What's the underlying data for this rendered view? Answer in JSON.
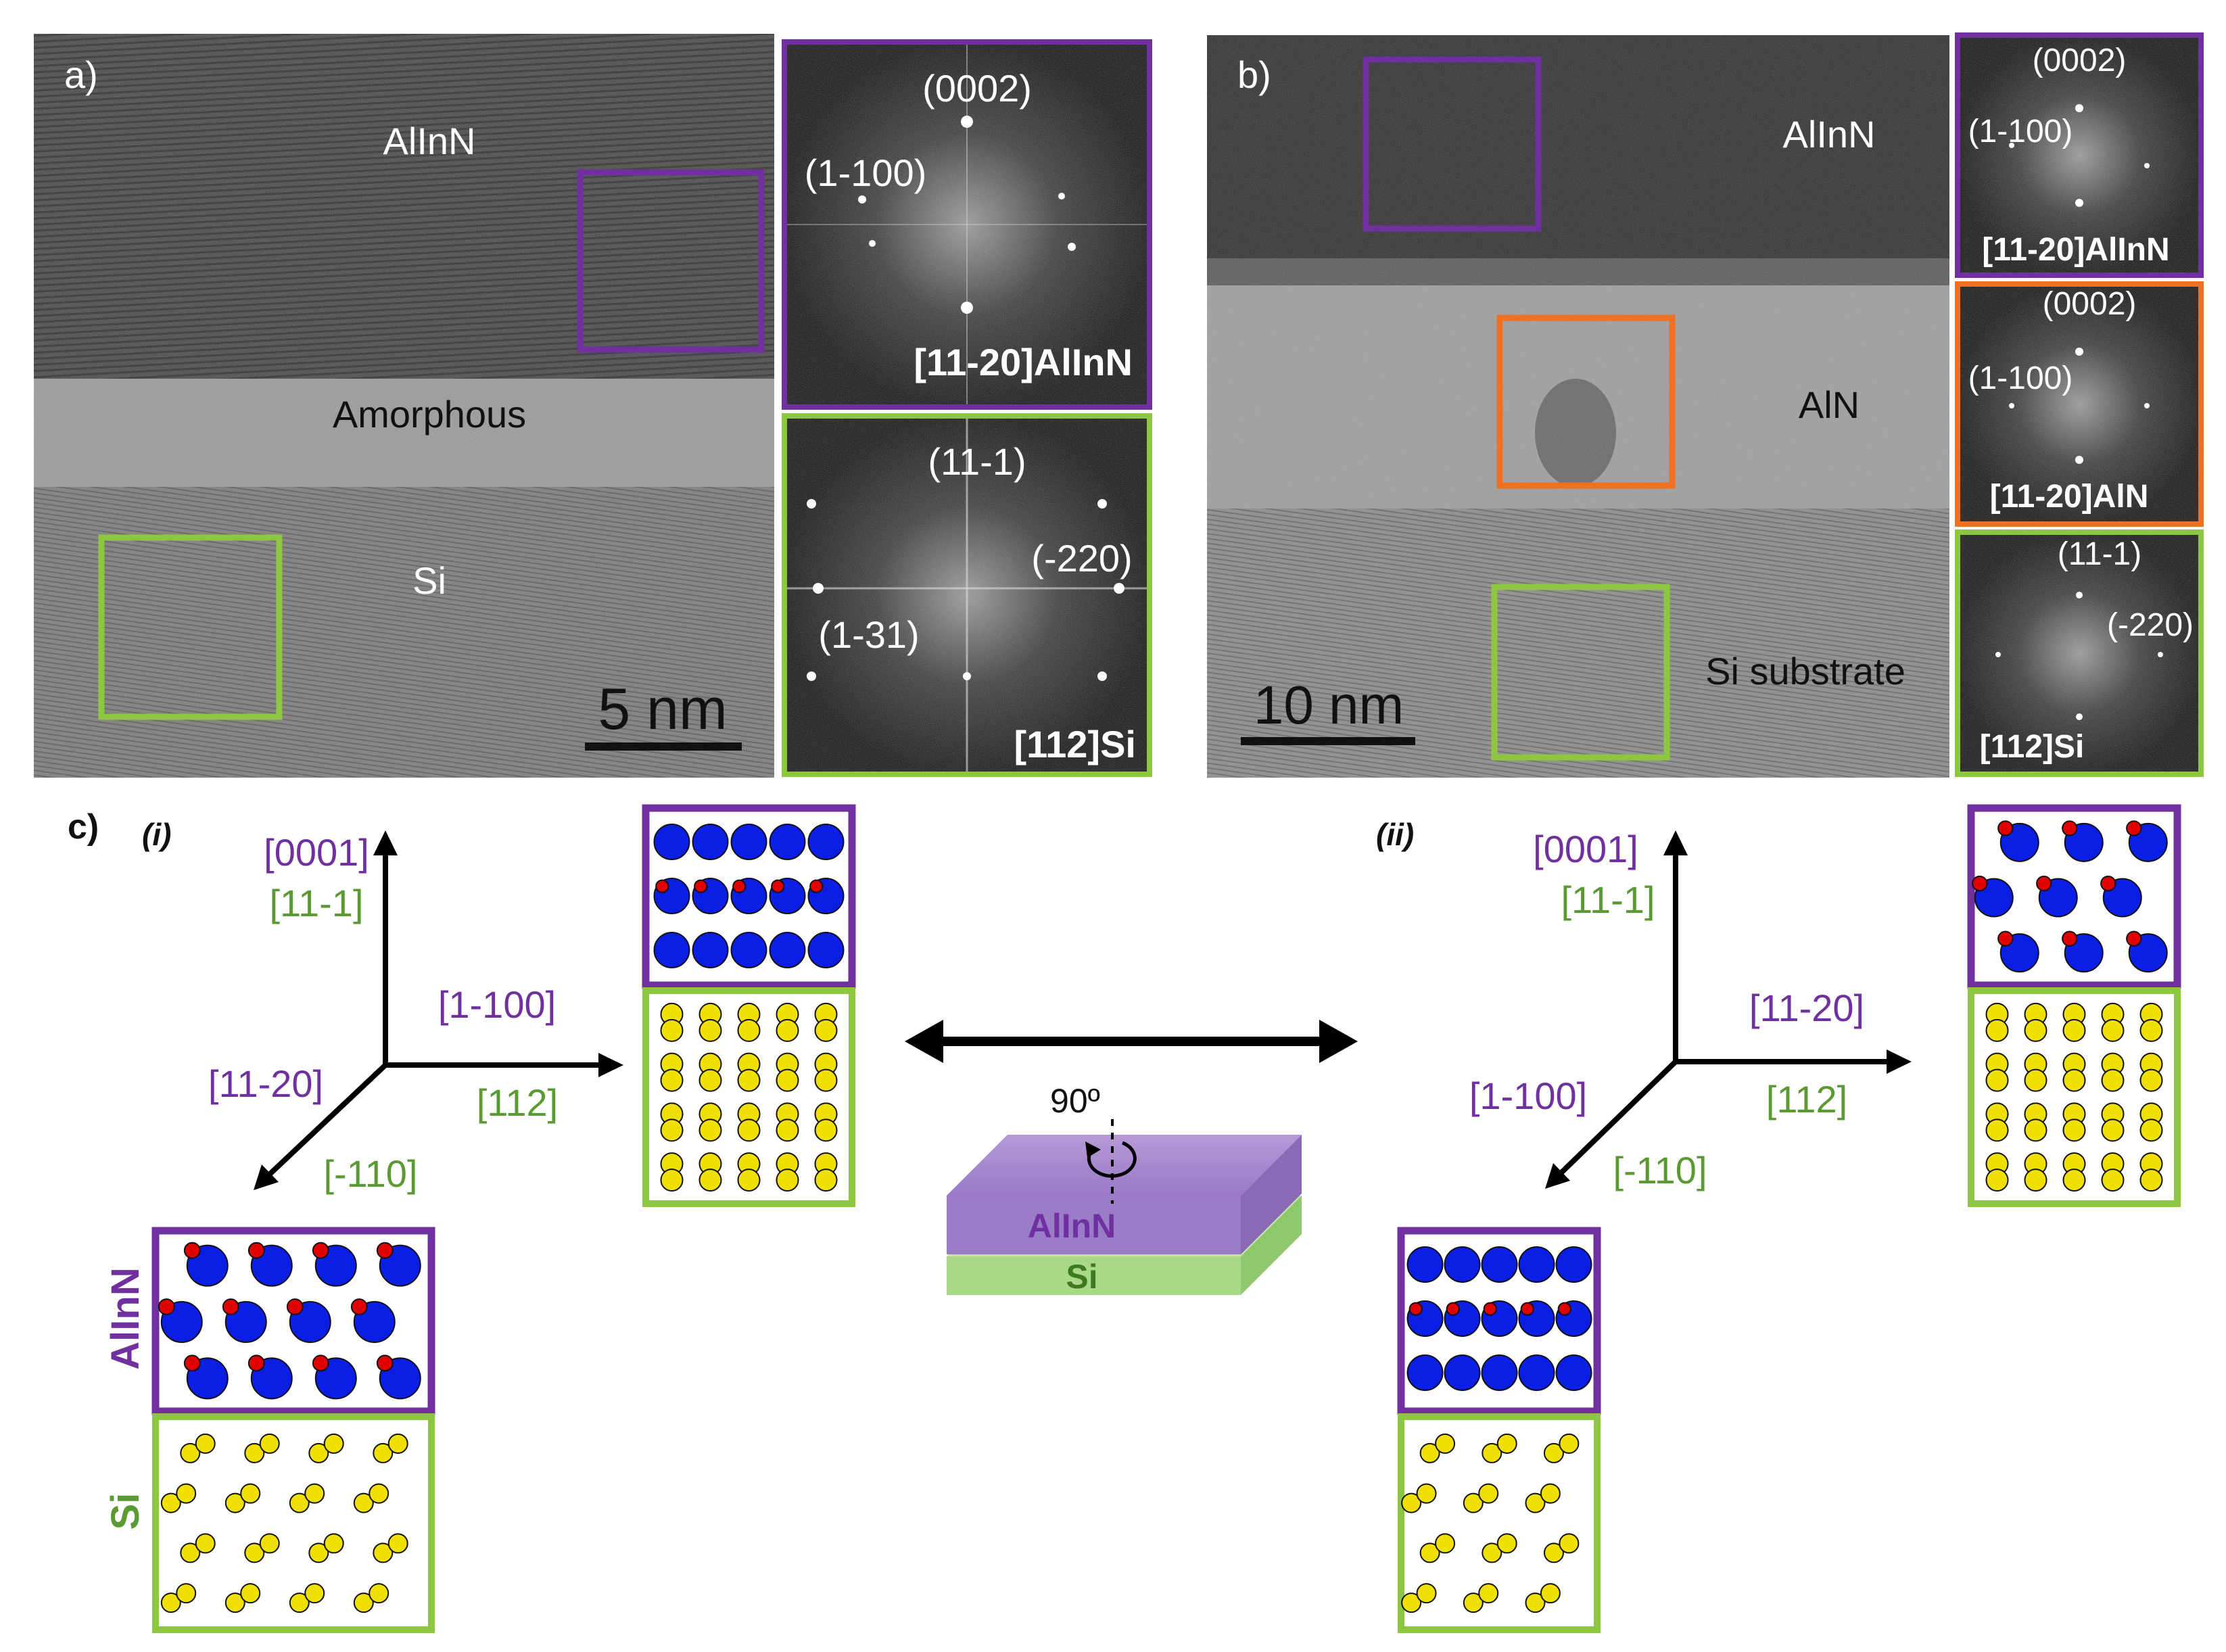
{
  "panel_a": {
    "letter": "a)",
    "layers": {
      "top": "AlInN",
      "middle": "Amorphous",
      "bottom": "Si"
    },
    "scale_bar": "5  nm",
    "fft_top": {
      "spot_0002": "(0002)",
      "spot_1100": "(1-100)",
      "zone_axis": "[11-20]AlInN"
    },
    "fft_bottom": {
      "spot_111": "(11-1)",
      "spot_220": "(-220)",
      "spot_131": "(1-31)",
      "zone_axis": "[112]Si"
    }
  },
  "panel_b": {
    "letter": "b)",
    "layers": {
      "top": "AlInN",
      "middle": "AlN",
      "bottom": "Si substrate"
    },
    "scale_bar": "10  nm",
    "fft_top": {
      "spot_0002": "(0002)",
      "spot_1100": "(1-100)",
      "zone_axis": "[11-20]AlInN"
    },
    "fft_mid": {
      "spot_0002": "(0002)",
      "spot_1100": "(1-100)",
      "zone_axis": "[11-20]AlN"
    },
    "fft_bottom": {
      "spot_111": "(11-1)",
      "spot_220": "(-220)",
      "zone_axis": "[112]Si"
    }
  },
  "panel_c": {
    "letter": "c)",
    "case_i": {
      "label": "(i)",
      "up_alinn": "[0001]",
      "up_si": "[11-1]",
      "right_alinn": "[1-100]",
      "right_si": "[112]",
      "diag_alinn": "[11-20]",
      "diag_si": "[-110]"
    },
    "case_ii": {
      "label": "(ii)",
      "up_alinn": "[0001]",
      "up_si": "[11-1]",
      "right_alinn": "[11-20]",
      "right_si": "[112]",
      "diag_alinn": "[1-100]",
      "diag_si": "[-110]"
    },
    "rotation": "90º",
    "slab_top": "AlInN",
    "slab_bottom": "Si",
    "side_label_top": "AlInN",
    "side_label_bottom": "Si"
  },
  "colors": {
    "alinn": "#7030a0",
    "si": "#8dc63f",
    "aln": "#f07020",
    "metal_atom": "#0a1ee6",
    "n_atom": "#e00000",
    "si_atom": "#f0e000",
    "si_label_text": "#5a9a32"
  }
}
